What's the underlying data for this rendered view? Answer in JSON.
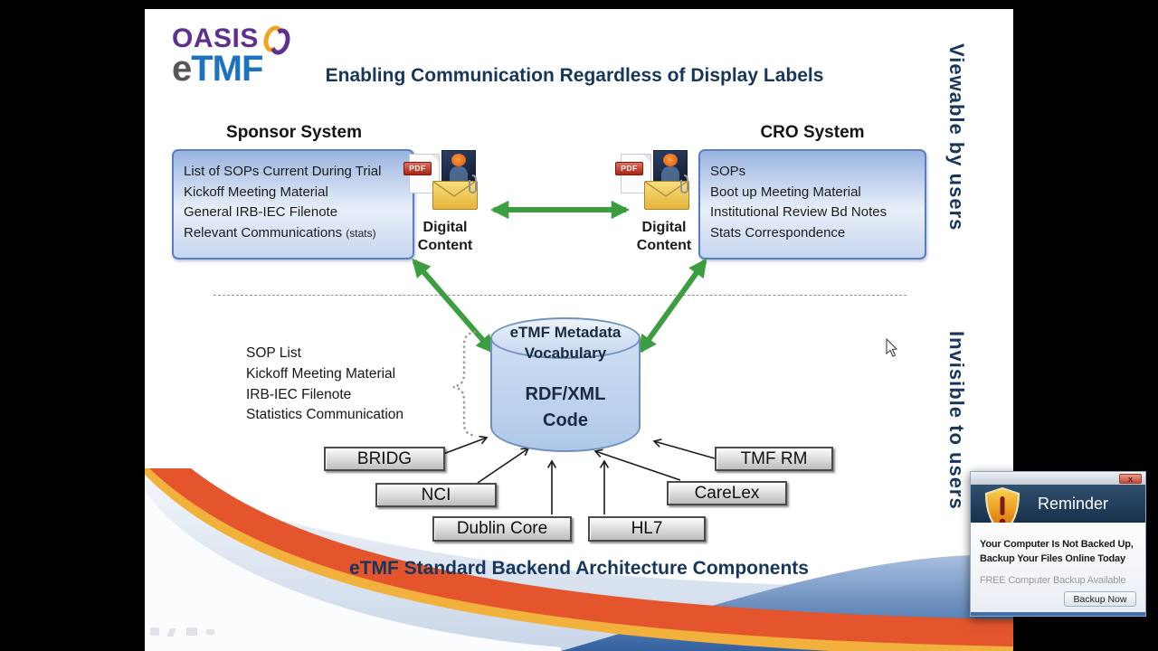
{
  "header": {
    "oasis": "OASIS",
    "etmf_e": "e",
    "etmf_tmf": "TMF",
    "title": "Enabling Communication Regardless of Display Labels"
  },
  "side_labels": {
    "viewable": "Viewable by users",
    "invisible": "Invisible to users"
  },
  "sponsor": {
    "heading": "Sponsor System",
    "items": [
      "List of SOPs Current During Trial",
      "Kickoff Meeting Material",
      "General IRB-IEC Filenote",
      "Relevant Communications"
    ],
    "stats_suffix": "(stats)"
  },
  "cro": {
    "heading": "CRO System",
    "items": [
      "SOPs",
      "Boot up Meeting Material",
      "Institutional Review Bd Notes",
      "Stats Correspondence"
    ]
  },
  "digital": {
    "pdf_badge": "PDF",
    "left_label": "Digital Content",
    "right_label": "Digital Content"
  },
  "metadata": {
    "items": [
      "SOP List",
      "Kickoff Meeting Material",
      "IRB-IEC Filenote",
      "Statistics Communication"
    ]
  },
  "cylinder": {
    "top1": "eTMF Metadata",
    "top2": "Vocabulary",
    "mid1": "RDF/XML",
    "mid2": "Code"
  },
  "standards": [
    "BRIDG",
    "NCI",
    "Dublin Core",
    "HL7",
    "CareLex",
    "TMF RM"
  ],
  "footer": {
    "title": "eTMF Standard Backend Architecture Components"
  },
  "popup": {
    "title": "Reminder",
    "close": "x",
    "body1": "Your Computer Is Not Backed Up,",
    "body2": "Backup Your Files Online Today",
    "free_line": "FREE Computer Backup Available",
    "button": "Backup Now"
  },
  "colors": {
    "title_navy": "#17365D",
    "arrow_green": "#3C9E40",
    "oasis_purple": "#5F2F8F",
    "etmf_blue": "#1E73BE",
    "box_border_blue": "#5B7EC2",
    "swoosh_red": "#E4552D",
    "swoosh_yellow": "#F2B03C",
    "popup_header_navy": "#1C3A5E",
    "shield_gold": "#F0A820"
  }
}
